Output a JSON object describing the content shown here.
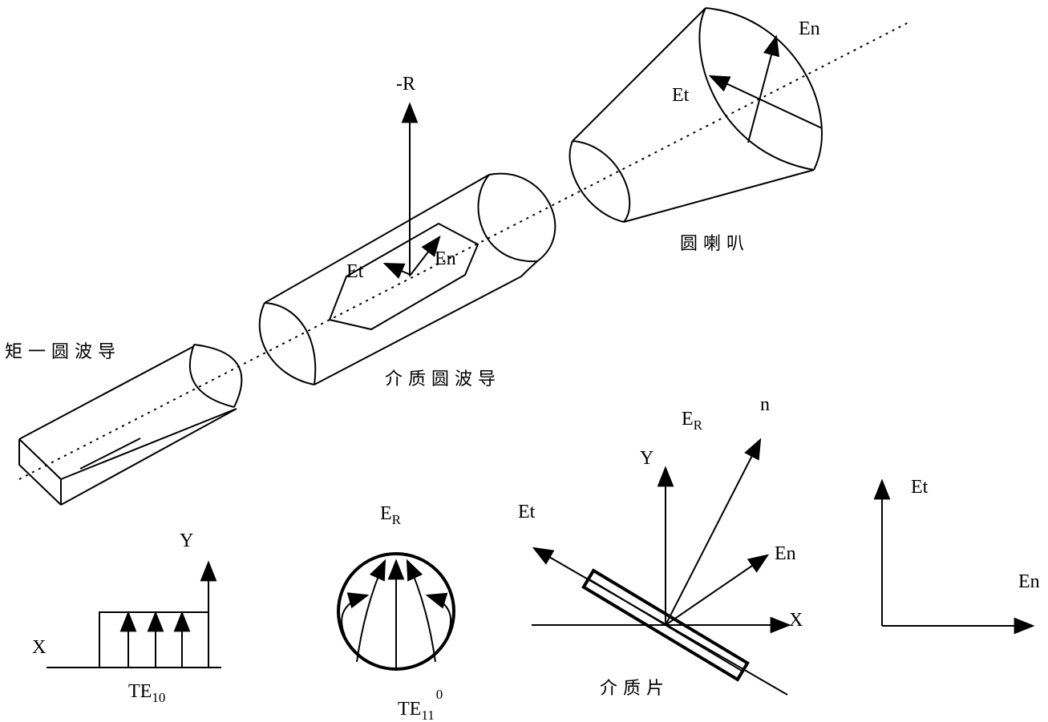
{
  "labels": {
    "rect_circ_waveguide": "矩一圆波导",
    "dielectric_circ_waveguide": "介质圆波导",
    "circular_horn": "圆喇叭",
    "dielectric_slab": "介质片",
    "minus_r": "-R",
    "et": "Et",
    "en": "En",
    "n": "n",
    "x": "X",
    "y": "Y",
    "e": "E",
    "r": "R",
    "te": "TE",
    "te10_sub": "10",
    "te11_sub": "11",
    "te11_sup": "0"
  }
}
